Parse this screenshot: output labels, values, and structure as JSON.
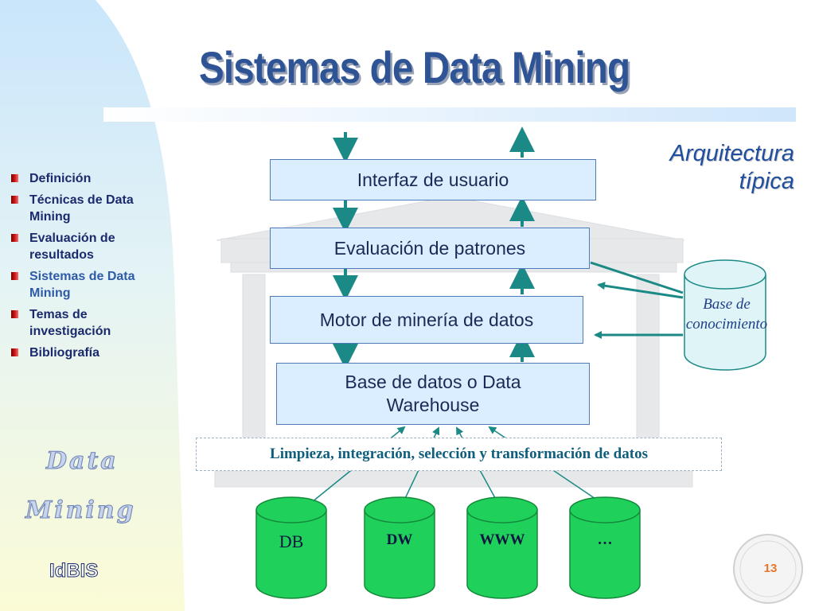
{
  "slide": {
    "title": "Sistemas de Data Mining",
    "subtitle": "Arquitectura típica",
    "page_number": "13"
  },
  "sidebar": {
    "items": [
      {
        "label": "Definición",
        "active": false
      },
      {
        "label": "Técnicas de Data Mining",
        "active": false
      },
      {
        "label": "Evaluación de resultados",
        "active": false
      },
      {
        "label": "Sistemas de Data Mining",
        "active": true
      },
      {
        "label": "Temas de investigación",
        "active": false
      },
      {
        "label": "Bibliografía",
        "active": false
      }
    ],
    "brand_line1": "Data",
    "brand_line2": "Mining",
    "logo_text": "IdBIS"
  },
  "diagram": {
    "layers": [
      "Interfaz de usuario",
      "Evaluación de patrones",
      "Motor de minería de datos",
      "Base de datos o Data Warehouse"
    ],
    "knowledge_base": "Base de conocimiento",
    "process": "Limpieza, integración, selección y transformación de datos",
    "sources": [
      "DB",
      "DW",
      "WWW",
      "…"
    ]
  },
  "colors": {
    "title": "#2f5496",
    "box_fill": "#dbeeff",
    "box_border": "#4f7bbd",
    "arrow": "#1b8a86",
    "source_fill": "#1fd05a",
    "kb_fill": "#dff4f6",
    "bullet": "#c81818"
  }
}
